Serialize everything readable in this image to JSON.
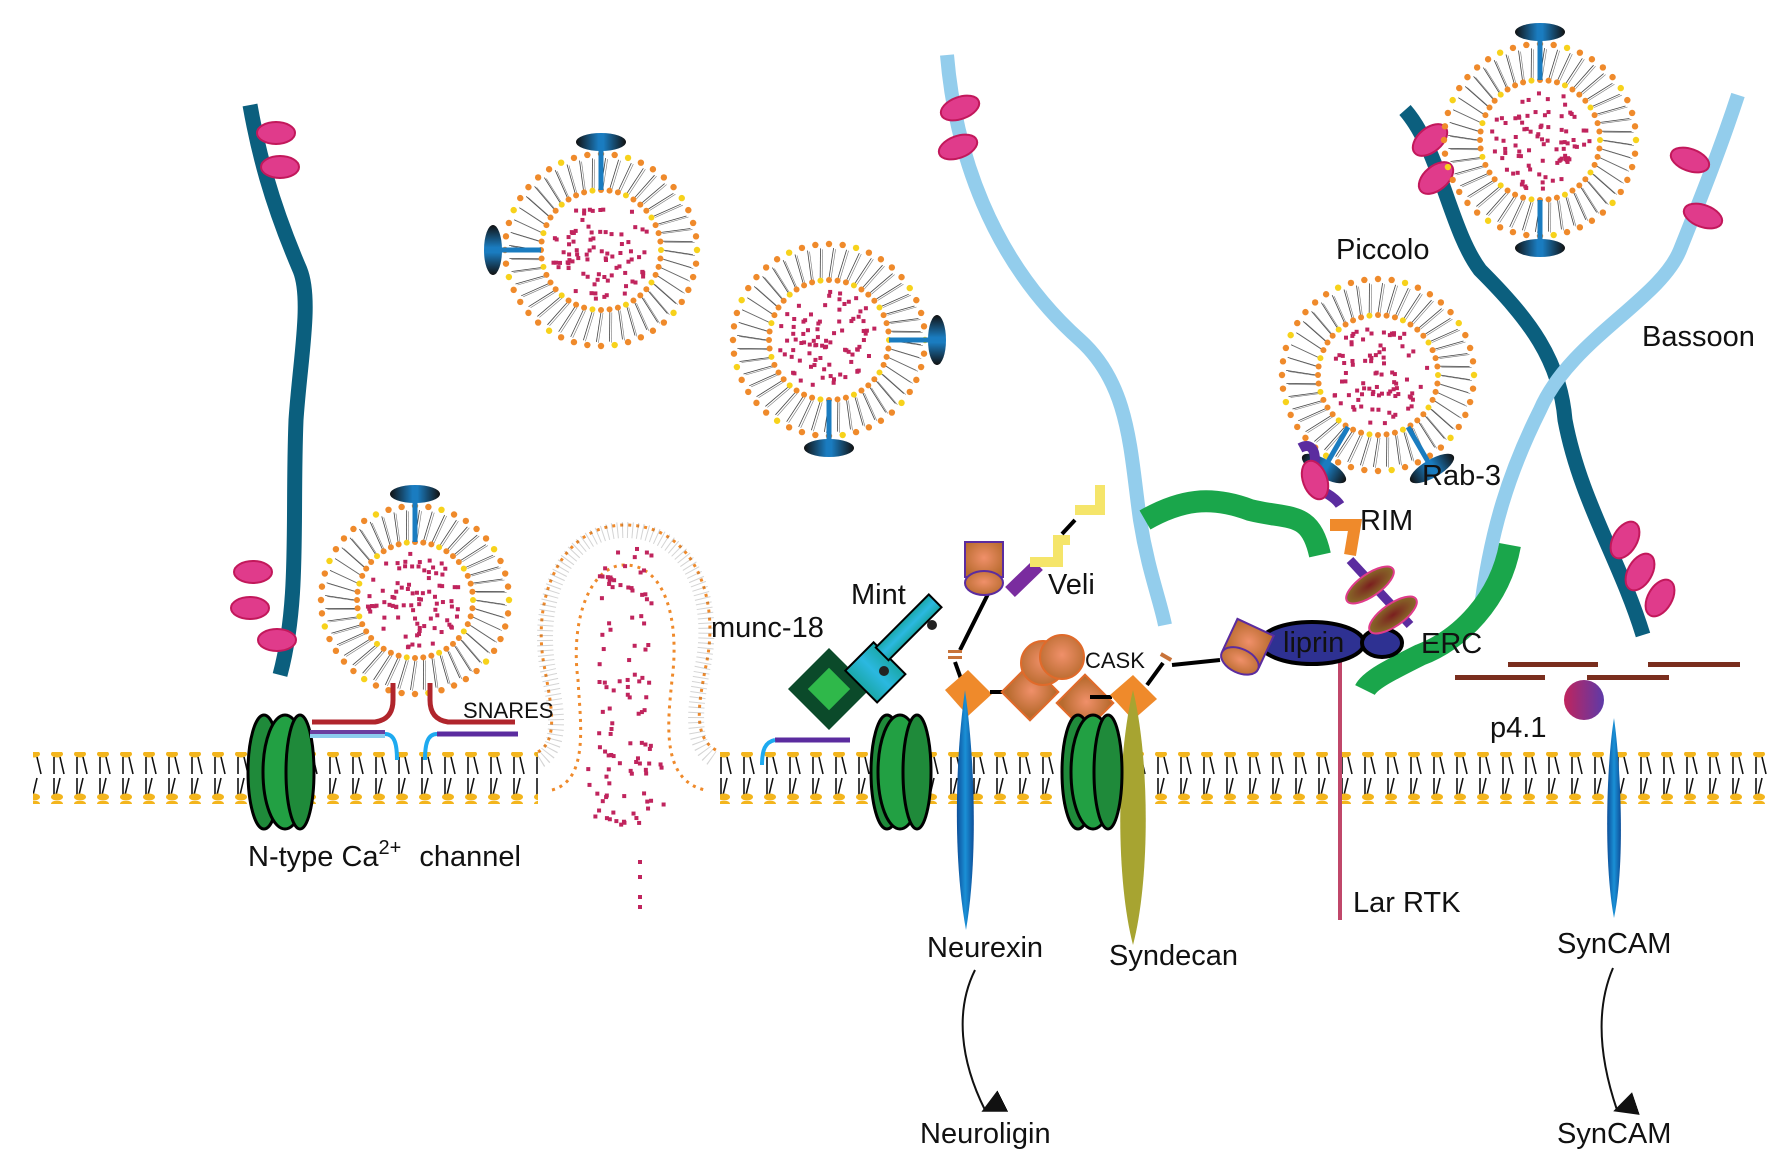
{
  "figure": {
    "type": "presynaptic active zone schematic",
    "labels": {
      "ca_channel": "N-type Ca",
      "ca_sup": "2+",
      "ca_channel_suffix": "channel",
      "snares": "SNARES",
      "munc18": "munc-18",
      "mint": "Mint",
      "veli": "Veli",
      "cask": "CASK",
      "liprin": "liprin",
      "erc": "ERC",
      "p41": "p4.1",
      "piccolo": "Piccolo",
      "bassoon": "Bassoon",
      "rab3": "Rab-3",
      "rim": "RIM",
      "lar_rtk": "Lar RTK",
      "neurexin": "Neurexin",
      "syndecan": "Syndecan",
      "syncam": "SynCAM",
      "neuroligin": "Neuroligin",
      "syncam_partner": "SynCAM"
    },
    "interactions": [
      {
        "from": "Neurexin",
        "to": "Neuroligin"
      },
      {
        "from": "SynCAM",
        "to": "SynCAM"
      }
    ],
    "colors": {
      "piccolo_filament": "#0b5f7e",
      "bassoon_filament": "#93cdec",
      "erc_filament": "#1aa64b",
      "vesicle_cargo": "#c0245d",
      "lipid_head": "#f3b51d",
      "lipid_head_vesicle": "#ef8a2b",
      "ca_channel": "#1f8a3a",
      "liprin": "#2e3192",
      "cask": "#c8733a",
      "neurexin": "#1572b6",
      "syndecan": "#a7a431",
      "lar_rtk": "#c0476a",
      "actin": "#7a2e1e",
      "pink_domain": "#e03b8b"
    }
  }
}
